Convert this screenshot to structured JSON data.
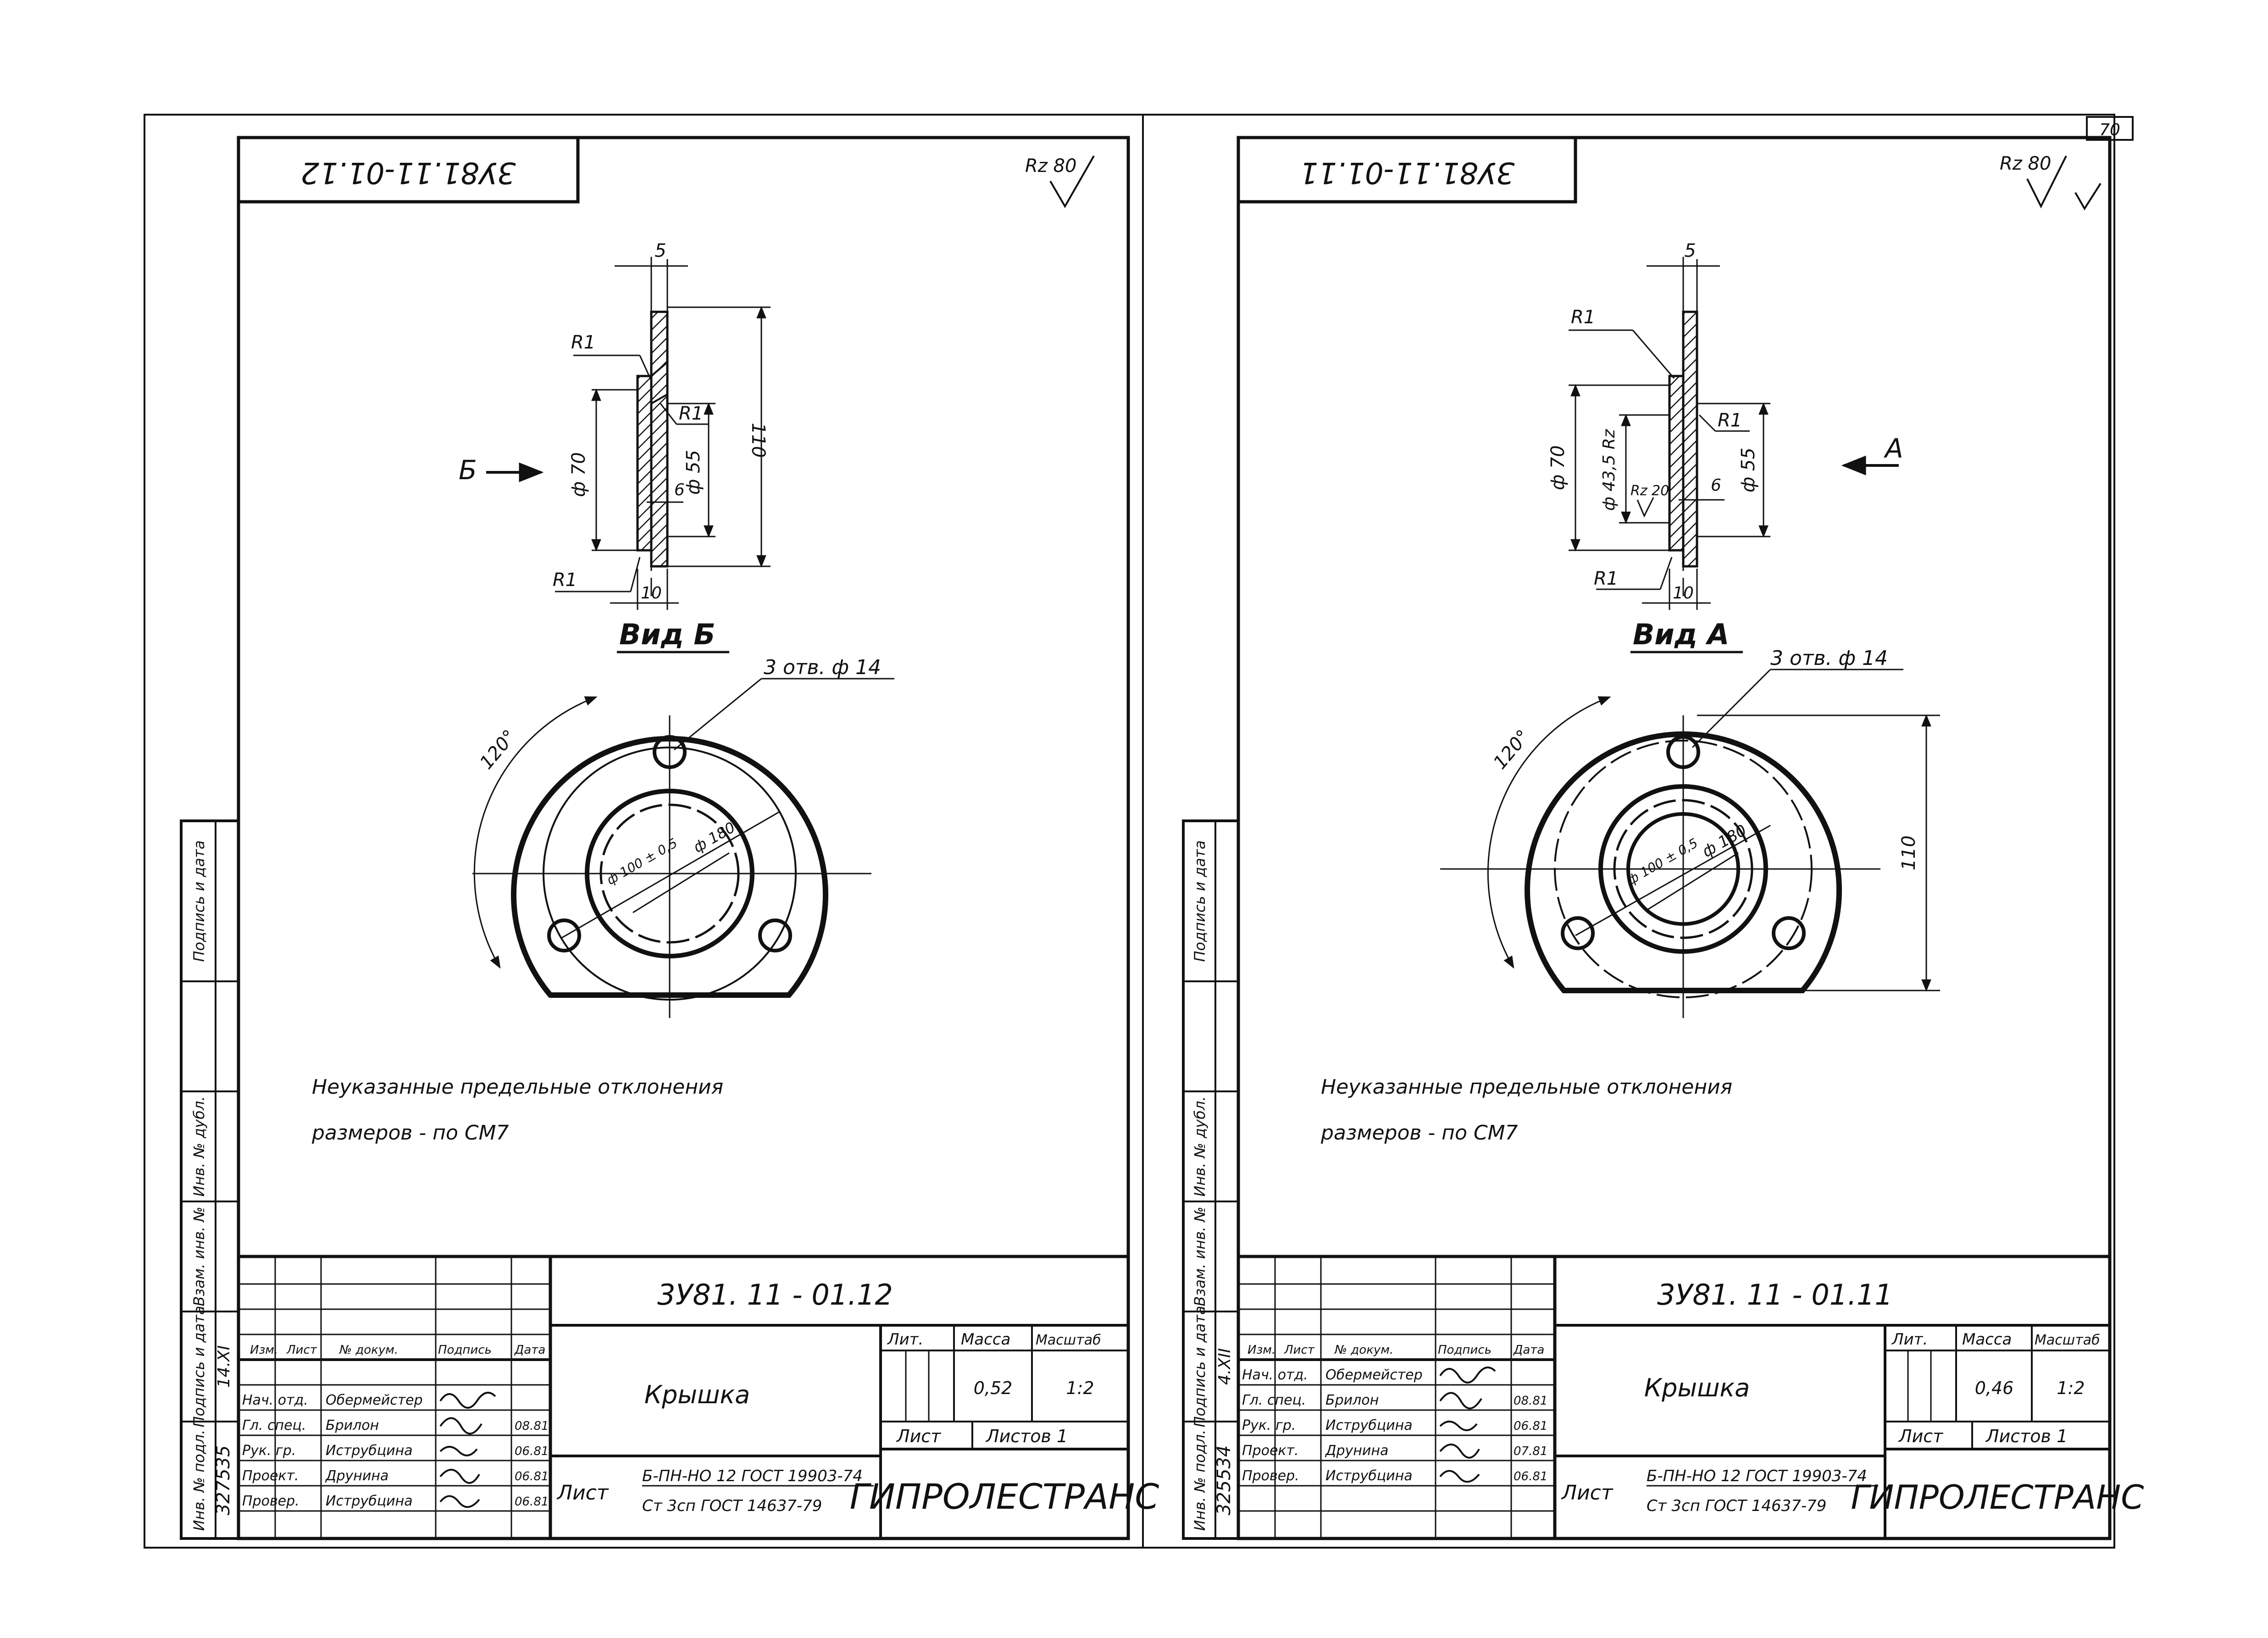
{
  "page_number": "70",
  "sheets": [
    {
      "id": "left",
      "stamp_code": "3У81.11-01.12",
      "roughness": "Rz 80",
      "dims": {
        "thickness": "5",
        "r_top": "R1",
        "r_inner": "R1",
        "r_bottom": "R1",
        "d70": "ф 70",
        "d55": "ф 55",
        "d110": "110",
        "d6": "6",
        "d10": "10"
      },
      "view_arrow": "Б",
      "view_title": "Вид Б",
      "holes": "3 отв. ф 14",
      "angle": "120°",
      "d180": "ф 180",
      "d100": "ф 100 ± 0,5",
      "note_line1": "Неуказанные   предельные    отклонения",
      "note_line2": "размеров  - по  СМ7",
      "designation": "3У81. 11 - 01.12",
      "name": "Крышка",
      "lit_header": "Лит.",
      "mass_header": "Масса",
      "scale_header": "Масштаб",
      "mass": "0,52",
      "scale": "1:2",
      "sheet_label": "Лист",
      "sheets_label": "Листов 1",
      "list_word": "Лист",
      "material_line1": "Б-ПН-НО 12 ГОСТ 19903-74",
      "material_line2": "Ст 3сп ГОСТ 14637-79",
      "org": "ГИПРОЛЕСТРАНС",
      "col_headers": [
        "Изм.",
        "Лист",
        "№ докум.",
        "Подпись",
        "Дата"
      ],
      "roles": [
        {
          "role": "Нач. отд.",
          "name": "Обермейстер",
          "date": ""
        },
        {
          "role": "Гл. спец.",
          "name": "Брилон",
          "date": "08.81"
        },
        {
          "role": "Рук. гр.",
          "name": "Иструбцина",
          "date": "06.81"
        },
        {
          "role": "Проект.",
          "name": "Друнина",
          "date": "06.81"
        },
        {
          "role": "Провер.",
          "name": "Иструбцина",
          "date": "06.81"
        }
      ],
      "side_labels": [
        "Инв. № подл.",
        "Подпись и дата",
        "Взам. инв. №",
        "Инв. № дубл.",
        "Подпись и дата"
      ],
      "inv_number": "327535",
      "inv_date": "14.XI"
    },
    {
      "id": "right",
      "stamp_code": "3У81.11-01.11",
      "roughness": "Rz 80",
      "dims": {
        "thickness": "5",
        "r_top": "R1",
        "r_inner": "R1",
        "r_bottom": "R1",
        "d70": "ф 70",
        "d55": "ф 55",
        "d435": "ф 43,5 Rz",
        "rz20": "Rz 20",
        "d6": "6",
        "d10": "10",
        "d110": "110"
      },
      "view_arrow": "А",
      "view_title": "Вид А",
      "holes": "3 отв. ф 14",
      "angle": "120°",
      "d180": "ф 180",
      "d100": "ф 100 ± 0,5",
      "note_line1": "Неуказанные   предельные    отклонения",
      "note_line2": "размеров  - по  СМ7",
      "designation": "3У81. 11 - 01.11",
      "name": "Крышка",
      "lit_header": "Лит.",
      "mass_header": "Масса",
      "scale_header": "Масштаб",
      "mass": "0,46",
      "scale": "1:2",
      "sheet_label": "Лист",
      "sheets_label": "Листов 1",
      "list_word": "Лист",
      "material_line1": "Б-ПН-НО 12 ГОСТ 19903-74",
      "material_line2": "Ст 3сп ГОСТ 14637-79",
      "org": "ГИПРОЛЕСТРАНС",
      "col_headers": [
        "Изм.",
        "Лист",
        "№ докум.",
        "Подпись",
        "Дата"
      ],
      "roles": [
        {
          "role": "Нач. отд.",
          "name": "Обермейстер",
          "date": ""
        },
        {
          "role": "Гл. спец.",
          "name": "Брилон",
          "date": "08.81"
        },
        {
          "role": "Рук. гр.",
          "name": "Иструбцина",
          "date": "06.81"
        },
        {
          "role": "Проект.",
          "name": "Друнина",
          "date": "07.81"
        },
        {
          "role": "Провер.",
          "name": "Иструбцина",
          "date": "06.81"
        }
      ],
      "side_labels": [
        "Инв. № подл.",
        "Подпись и дата",
        "Взам. инв. №",
        "Инв. № дубл.",
        "Подпись и дата"
      ],
      "inv_number": "325534",
      "inv_date": "4.XII"
    }
  ]
}
